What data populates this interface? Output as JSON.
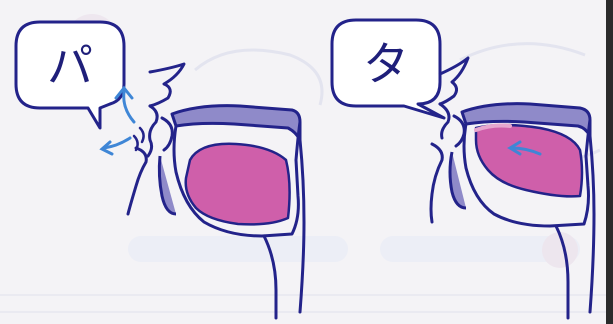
{
  "panels": [
    {
      "id": "pa",
      "bubble_text": "パ",
      "highlight": "lips"
    },
    {
      "id": "ta",
      "bubble_text": "タ",
      "highlight": "tongue-tip"
    }
  ],
  "colors": {
    "outline": "#23238a",
    "tongue": "#cf5faa",
    "tongue_light": "#e7a7cf",
    "palate": "#8f8ac9",
    "arrow": "#3f86d6",
    "background": "#f4f3f6",
    "bubble_fill": "#ffffff",
    "faint": "#cfd0e6"
  }
}
